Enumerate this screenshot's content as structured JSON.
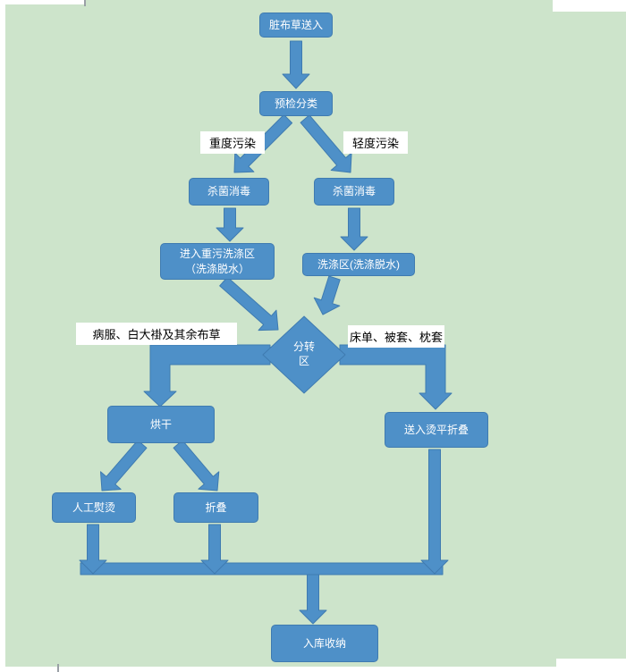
{
  "colors": {
    "background": "#cde4cb",
    "node_fill": "#4e90c8",
    "node_border": "#3f7bb0",
    "node_text": "#ffffff",
    "arrow_fill": "#4e90c8",
    "arrow_stroke": "#3f7bb0",
    "label_bg": "#ffffff",
    "label_text": "#000000"
  },
  "nodes": {
    "intake": {
      "label": "脏布草送入"
    },
    "precheck": {
      "label": "预检分类"
    },
    "sterilize_left": {
      "label": "杀菌消毒"
    },
    "sterilize_right": {
      "label": "杀菌消毒"
    },
    "heavy_wash": {
      "line1": "进入重污洗涤区",
      "line2": "（洗涤脱水）"
    },
    "wash_area": {
      "label": "洗涤区(洗涤脱水)"
    },
    "transfer": {
      "line1": "分转",
      "line2": "区"
    },
    "drying": {
      "label": "烘干"
    },
    "iron_fold": {
      "label": "送入烫平折叠"
    },
    "manual_iron": {
      "label": "人工熨烫"
    },
    "fold": {
      "label": "折叠"
    },
    "storage": {
      "label": "入库收纳"
    }
  },
  "labels": {
    "heavy_pollution": "重度污染",
    "light_pollution": "轻度污染",
    "left_branch_items": "病服、白大褂及其余布草",
    "right_branch_items": "床单、被套、枕套"
  }
}
